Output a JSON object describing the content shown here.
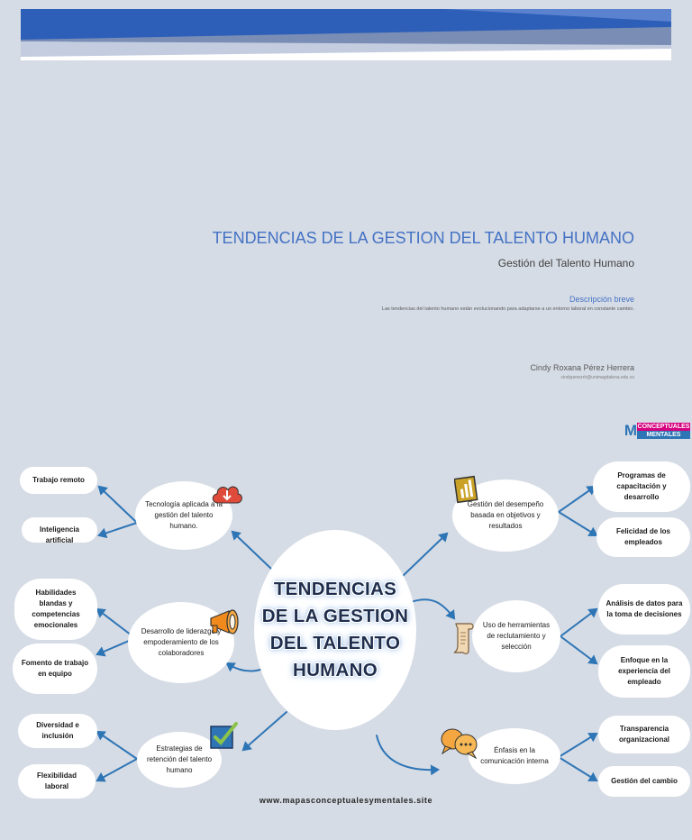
{
  "cover": {
    "title": "TENDENCIAS DE LA GESTION DEL TALENTO HUMANO",
    "subtitle": "Gestión del Talento Humano",
    "description_heading": "Descripción breve",
    "description": "Las tendencias del talento humano están evolucionando para adaptarse a un entorno laboral en constante cambio.",
    "author": "Cindy Roxana Pérez Herrera",
    "email": "cindyperezrh@unimagdalena.edu.co"
  },
  "logo": {
    "letter": "M",
    "line1": "CONCEPTUALES",
    "line2": "MENTALES",
    "colors": {
      "magenta": "#d6007f",
      "blue": "#2e75b6"
    }
  },
  "map": {
    "center": "TENDENCIAS DE LA GESTION DEL TALENTO HUMANO",
    "branches": {
      "tecnologia": {
        "label": "Tecnología aplicada a la gestión del talento humano.",
        "icon": "cloud-download-icon",
        "children": [
          "Trabajo remoto",
          "Inteligencia artificial"
        ]
      },
      "liderazgo": {
        "label": "Desarrollo de liderazgo y empoderamiento de los colaboradores",
        "icon": "megaphone-icon",
        "children": [
          "Habilidades blandas y competencias emocionales",
          "Fomento de trabajo en equipo"
        ]
      },
      "retencion": {
        "label": "Estrategias de retención del talento humano",
        "icon": "checkbox-icon",
        "children": [
          "Diversidad e inclusión",
          "Flexibilidad laboral"
        ]
      },
      "desempeno": {
        "label": "Gestión del desempeño basada en objetivos y resultados",
        "icon": "chart-board-icon",
        "children": [
          "Programas de capacitación y desarrollo",
          "Felicidad de los empleados"
        ]
      },
      "reclutamiento": {
        "label": "Uso de herramientas de reclutamiento y selección",
        "icon": "scroll-icon",
        "children": [
          "Análisis de datos para la toma de decisiones",
          "Enfoque en la experiencia del empleado"
        ]
      },
      "comunicacion": {
        "label": "Énfasis en la comunicación interna",
        "icon": "chat-bubbles-icon",
        "children": [
          "Transparencia organizacional",
          "Gestión del cambio"
        ]
      }
    }
  },
  "website": "www.mapasconceptualesymentales.site",
  "colors": {
    "background": "#d6dce5",
    "accent": "#4472c4",
    "arrow": "#2e75b6",
    "node": "#ffffff"
  }
}
